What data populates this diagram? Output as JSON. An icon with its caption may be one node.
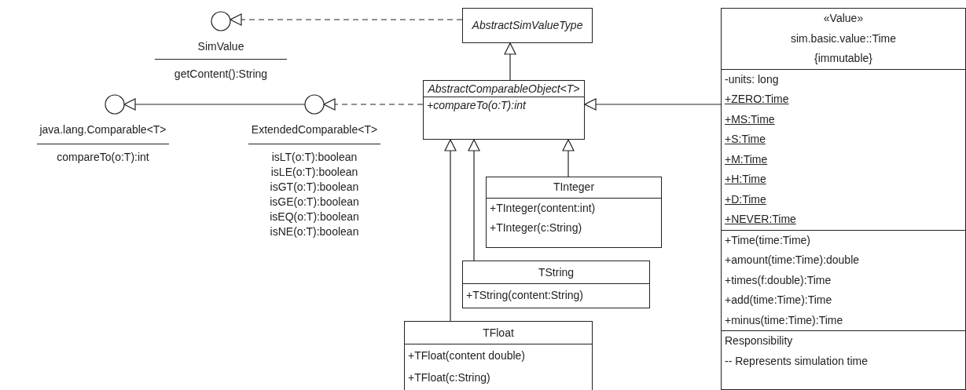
{
  "diagram": {
    "nodes": [
      {
        "text": [],
        "shape": "circle",
        "beside": [
          "SimValue",
          "getContent():String"
        ]
      },
      {
        "text": [],
        "shape": "circle",
        "beside": [
          "java.lang.Comparable<T>",
          "compareTo(o:T):int"
        ]
      },
      {
        "text": [],
        "shape": "circle",
        "beside": [
          "ExtendedComparable<T>",
          "isLT(o:T):boolean",
          "isLE(o:T):boolean",
          "isGT(o:T):boolean",
          "isGE(o:T):boolean",
          "isEQ(o:T):boolean",
          "isNE(o:T):boolean"
        ]
      },
      {
        "text": [
          "AbstractSimValueType"
        ]
      },
      {
        "text": [
          "AbstractComparableObject<T>",
          "+compareTo(o:T):int"
        ]
      },
      {
        "text": [
          "«Value»",
          "sim.basic.value::Time",
          "{immutable}",
          "-units: long",
          "+ZERO:Time",
          "+MS:Time",
          "+S:Time",
          "+M:Time",
          "+H:Time",
          "+D:Time",
          "+NEVER:Time",
          "+Time(time:Time)",
          "+amount(time:Time):double",
          "+times(f:double):Time",
          "+add(time:Time):Time",
          "+minus(time:Time):Time",
          "Responsibility",
          "-- Represents simulation time"
        ]
      },
      {
        "text": [
          "TInteger",
          "+TInteger(content:int)",
          "+TInteger(c:String)"
        ]
      },
      {
        "text": [
          "TString",
          "+TString(content:String)"
        ]
      },
      {
        "text": [
          "TFloat",
          "+TFloat(content double)",
          "+TFloat(c:String)"
        ]
      }
    ],
    "edges": [
      {
        "from": 3,
        "to": 0,
        "arrow": "to",
        "style": "dashed"
      },
      {
        "from": 2,
        "to": 1,
        "arrow": "to"
      },
      {
        "from": 4,
        "to": 2,
        "arrow": "to",
        "style": "dashed"
      },
      {
        "from": 4,
        "to": 3,
        "arrow": "to"
      },
      {
        "from": 5,
        "to": 4,
        "arrow": "to"
      },
      {
        "from": 6,
        "to": 4,
        "arrow": "to"
      },
      {
        "from": 7,
        "to": 4,
        "arrow": "to"
      },
      {
        "from": 8,
        "to": 4,
        "arrow": "to"
      }
    ]
  }
}
